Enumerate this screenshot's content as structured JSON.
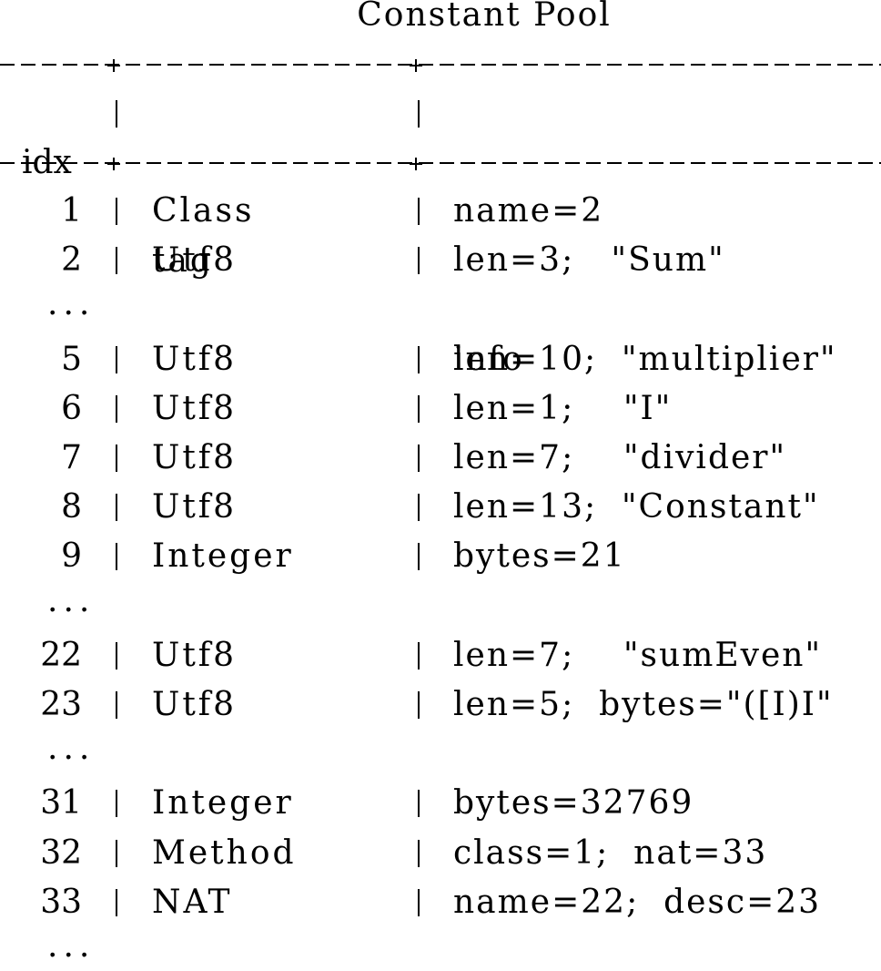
{
  "title": "Constant Pool",
  "header": {
    "idx": "idx",
    "tag": "tag",
    "info": "info"
  },
  "rows": [
    {
      "idx": "1",
      "tag": "Class",
      "info": "name=2"
    },
    {
      "idx": "2",
      "tag": "Utf8",
      "info": "len=3;   \"Sum\""
    },
    {
      "ellipsis": "..."
    },
    {
      "idx": "5",
      "tag": "Utf8",
      "info": "len=10;  \"multiplier\""
    },
    {
      "idx": "6",
      "tag": "Utf8",
      "info": "len=1;    \"I\""
    },
    {
      "idx": "7",
      "tag": "Utf8",
      "info": "len=7;    \"divider\""
    },
    {
      "idx": "8",
      "tag": "Utf8",
      "info": "len=13;  \"Constant\""
    },
    {
      "idx": "9",
      "tag": "Integer",
      "info": "bytes=21"
    },
    {
      "ellipsis": "..."
    },
    {
      "idx": "22",
      "tag": "Utf8",
      "info": "len=7;    \"sumEven\""
    },
    {
      "idx": "23",
      "tag": "Utf8",
      "info": "len=5;  bytes=\"([I)I\""
    },
    {
      "ellipsis": "..."
    },
    {
      "idx": "31",
      "tag": "Integer",
      "info": "bytes=32769"
    },
    {
      "idx": "32",
      "tag": "Method",
      "info": "class=1;  nat=33"
    },
    {
      "idx": "33",
      "tag": "NAT",
      "info": "name=22;  desc=23"
    },
    {
      "ellipsis": "..."
    }
  ]
}
